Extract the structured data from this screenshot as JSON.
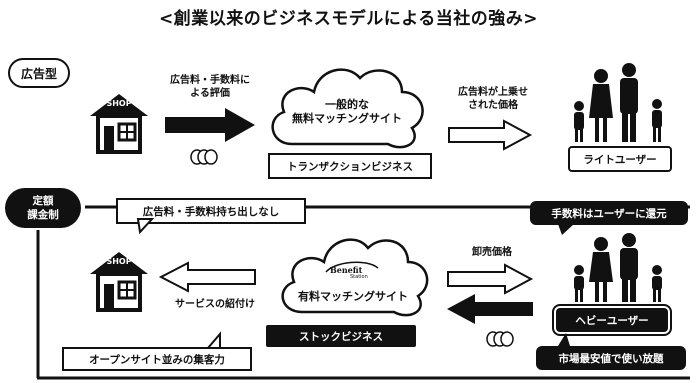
{
  "title": "<創業以来のビジネスモデルによる当社の強み>",
  "top": {
    "model_label": "広告型",
    "shop_sign": "SHOP",
    "arrow_left_text": [
      "広告料・手数料に",
      "よる評価"
    ],
    "cloud_text": [
      "一般的な",
      "無料マッチングサイト"
    ],
    "business_label": "トランザクションビジネス",
    "arrow_right_text": [
      "広告料が上乗せ",
      "された価格"
    ],
    "user_label": "ライトユーザー"
  },
  "bottom": {
    "model_label": [
      "定額",
      "課金制"
    ],
    "callout_left": "広告料・手数料持ち出しなし",
    "callout_right": "手数料はユーザーに還元",
    "shop_sign": "SHOP",
    "arrow_service_text": "サービスの紹付け",
    "logo_text": [
      "Benefit",
      "Station"
    ],
    "cloud_text": "有料マッチングサイト",
    "business_label": "ストックビジネス",
    "arrow_price_text": "卸売価格",
    "user_label": "ヘビーユーザー",
    "callout_bottom_left": "オープンサイト並みの集客力",
    "callout_bottom_right": "市場最安値で使い放題"
  }
}
